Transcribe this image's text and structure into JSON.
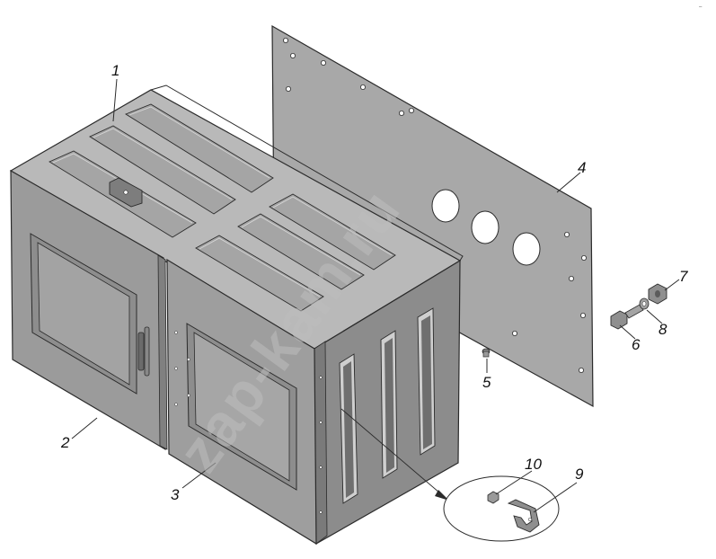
{
  "watermark": "zap-kam.ru",
  "corner_mark": "–",
  "callouts": [
    {
      "id": "1",
      "label": "1"
    },
    {
      "id": "2",
      "label": "2"
    },
    {
      "id": "3",
      "label": "3"
    },
    {
      "id": "4",
      "label": "4"
    },
    {
      "id": "5",
      "label": "5"
    },
    {
      "id": "6",
      "label": "6"
    },
    {
      "id": "7",
      "label": "7"
    },
    {
      "id": "8",
      "label": "8"
    },
    {
      "id": "9",
      "label": "9"
    },
    {
      "id": "10",
      "label": "10"
    }
  ],
  "colors": {
    "box_front": "#9a9a9a",
    "box_top": "#b8b8b8",
    "box_side": "#7e7e7e",
    "panel": "#a9a9a9",
    "outline": "#2b2b2b"
  }
}
